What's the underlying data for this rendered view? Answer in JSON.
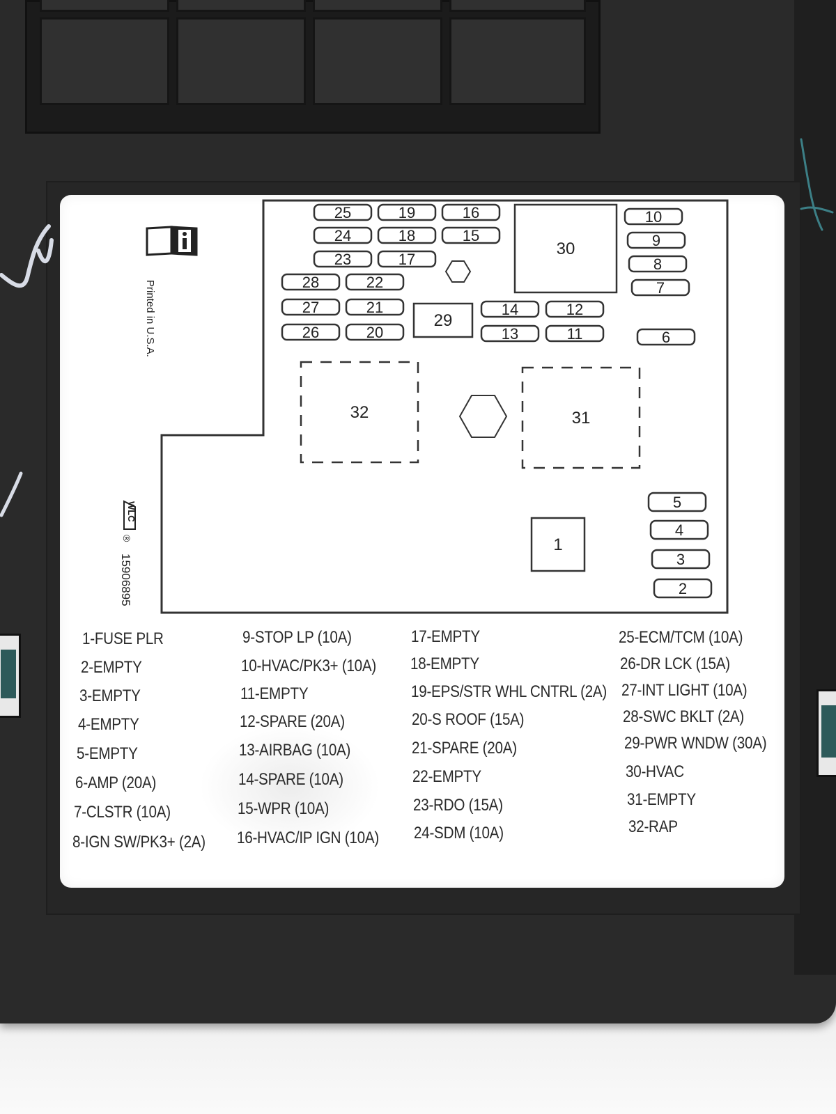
{
  "label": {
    "printed_in": "Printed in U.S.A.",
    "logo_text": "WLC",
    "part_number": "15906895",
    "registered_mark": "®"
  },
  "diagram": {
    "fuses": [
      {
        "id": "f25",
        "label": "25"
      },
      {
        "id": "f19",
        "label": "19"
      },
      {
        "id": "f16",
        "label": "16"
      },
      {
        "id": "f24",
        "label": "24"
      },
      {
        "id": "f18",
        "label": "18"
      },
      {
        "id": "f15",
        "label": "15"
      },
      {
        "id": "f23",
        "label": "23"
      },
      {
        "id": "f17",
        "label": "17"
      },
      {
        "id": "f28",
        "label": "28"
      },
      {
        "id": "f22",
        "label": "22"
      },
      {
        "id": "f27",
        "label": "27"
      },
      {
        "id": "f21",
        "label": "21"
      },
      {
        "id": "f26",
        "label": "26"
      },
      {
        "id": "f20",
        "label": "20"
      },
      {
        "id": "f14",
        "label": "14"
      },
      {
        "id": "f12",
        "label": "12"
      },
      {
        "id": "f13",
        "label": "13"
      },
      {
        "id": "f11",
        "label": "11"
      },
      {
        "id": "f10",
        "label": "10"
      },
      {
        "id": "f9",
        "label": "9"
      },
      {
        "id": "f8",
        "label": "8"
      },
      {
        "id": "f7",
        "label": "7"
      },
      {
        "id": "f6",
        "label": "6"
      },
      {
        "id": "f5",
        "label": "5"
      },
      {
        "id": "f4",
        "label": "4"
      },
      {
        "id": "f3",
        "label": "3"
      },
      {
        "id": "f2",
        "label": "2"
      }
    ],
    "relays": [
      {
        "id": "r30",
        "label": "30"
      },
      {
        "id": "r29",
        "label": "29"
      },
      {
        "id": "r1",
        "label": "1"
      },
      {
        "id": "r32",
        "label": "32"
      },
      {
        "id": "r31",
        "label": "31"
      }
    ]
  },
  "legend": {
    "col1": [
      "1-FUSE PLR",
      "2-EMPTY",
      "3-EMPTY",
      "4-EMPTY",
      "5-EMPTY",
      "6-AMP (20A)",
      "7-CLSTR (10A)",
      "8-IGN SW/PK3+ (2A)"
    ],
    "col2": [
      "9-STOP LP (10A)",
      "10-HVAC/PK3+ (10A)",
      "11-EMPTY",
      "12-SPARE (20A)",
      "13-AIRBAG (10A)",
      "14-SPARE (10A)",
      "15-WPR (10A)",
      "16-HVAC/IP IGN (10A)"
    ],
    "col3": [
      "17-EMPTY",
      "18-EMPTY",
      "19-EPS/STR WHL CNTRL (2A)",
      "20-S ROOF (15A)",
      "21-SPARE (20A)",
      "22-EMPTY",
      "23-RDO (15A)",
      "24-SDM (10A)"
    ],
    "col4": [
      "25-ECM/TCM (10A)",
      "26-DR LCK (15A)",
      "27-INT LIGHT (10A)",
      "28-SWC BKLT (2A)",
      "29-PWR WNDW (30A)",
      "30-HVAC",
      "31-EMPTY",
      "32-RAP"
    ]
  },
  "colors": {
    "cover": "#2a2a2a",
    "label_bg": "#ffffff",
    "ink": "#2b2b2b",
    "chalk_white": "#d8dce6",
    "chalk_teal": "#3c7f86"
  }
}
